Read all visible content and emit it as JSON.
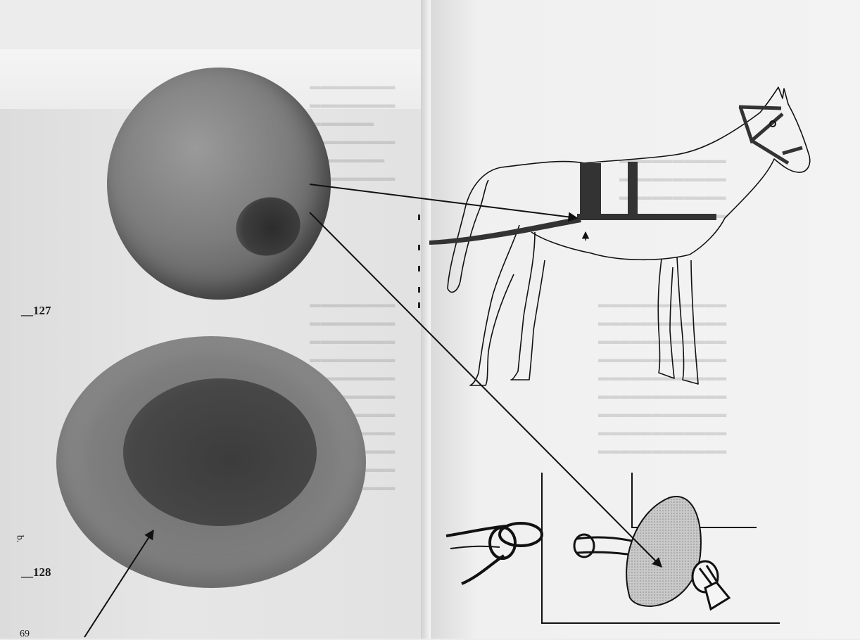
{
  "figures": {
    "fig1_label": "__127",
    "fig2_label": "__128",
    "side_mark": "b.",
    "bottom_mark": "69"
  },
  "colors": {
    "ink": "#111111",
    "stone_fill": "#bdbdbd",
    "harness": "#333333",
    "paper": "#f2f2f2"
  },
  "icons": [
    "stone-weight-image",
    "stone-bowl-image",
    "horse-drawing",
    "harness-detail-drawing",
    "arrow-icon"
  ]
}
